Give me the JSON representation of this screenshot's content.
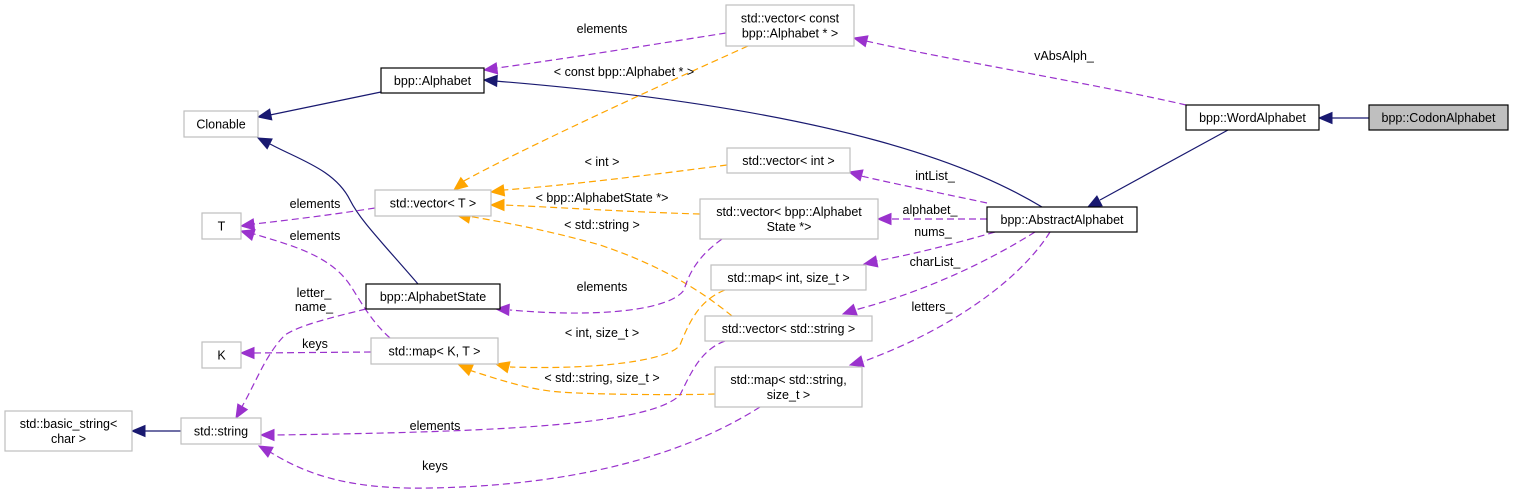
{
  "diagram": {
    "title": "bpp::CodonAlphabet collaboration graph",
    "colors": {
      "inheritance": "#191970",
      "usage": "#9a32cd",
      "template": "#ffa500",
      "focus_fill": "#bfbfbf",
      "documented_border": "#000000",
      "external_border": "#bfbfbf"
    },
    "nodes": [
      {
        "id": "codon",
        "lines": [
          "bpp::CodonAlphabet"
        ],
        "kind": "focus"
      },
      {
        "id": "word",
        "lines": [
          "bpp::WordAlphabet"
        ],
        "kind": "documented"
      },
      {
        "id": "abstract",
        "lines": [
          "bpp::AbstractAlphabet"
        ],
        "kind": "documented"
      },
      {
        "id": "alphabet",
        "lines": [
          "bpp::Alphabet"
        ],
        "kind": "documented"
      },
      {
        "id": "clonable",
        "lines": [
          "Clonable"
        ],
        "kind": "external"
      },
      {
        "id": "alphstate",
        "lines": [
          "bpp::AlphabetState"
        ],
        "kind": "documented"
      },
      {
        "id": "vecconstalph",
        "lines": [
          "std::vector< const",
          "bpp::Alphabet * >"
        ],
        "kind": "external"
      },
      {
        "id": "vecT",
        "lines": [
          "std::vector< T >"
        ],
        "kind": "external"
      },
      {
        "id": "T",
        "lines": [
          "T"
        ],
        "kind": "external"
      },
      {
        "id": "vecint",
        "lines": [
          "std::vector< int >"
        ],
        "kind": "external"
      },
      {
        "id": "vecalphstate",
        "lines": [
          "std::vector< bpp::Alphabet",
          "State *>"
        ],
        "kind": "external"
      },
      {
        "id": "mapintsize",
        "lines": [
          "std::map< int, size_t >"
        ],
        "kind": "external"
      },
      {
        "id": "vecstring",
        "lines": [
          "std::vector< std::string >"
        ],
        "kind": "external"
      },
      {
        "id": "mapKT",
        "lines": [
          "std::map< K, T >"
        ],
        "kind": "external"
      },
      {
        "id": "K",
        "lines": [
          "K"
        ],
        "kind": "external"
      },
      {
        "id": "mapstringsize",
        "lines": [
          "std::map< std::string,",
          "size_t >"
        ],
        "kind": "external"
      },
      {
        "id": "string",
        "lines": [
          "std::string"
        ],
        "kind": "external"
      },
      {
        "id": "basicstring",
        "lines": [
          "std::basic_string<",
          "char >"
        ],
        "kind": "external"
      }
    ],
    "edges": [
      {
        "id": "e-codon-word",
        "from": "codon",
        "to": "word",
        "kind": "inherit",
        "label": ""
      },
      {
        "id": "e-word-abstract",
        "from": "word",
        "to": "abstract",
        "kind": "inherit",
        "label": ""
      },
      {
        "id": "e-word-vecconst",
        "from": "word",
        "to": "vecconstalph",
        "kind": "usage",
        "label": "vAbsAlph_"
      },
      {
        "id": "e-abstract-alphabet",
        "from": "abstract",
        "to": "alphabet",
        "kind": "inherit",
        "label": ""
      },
      {
        "id": "e-alphabet-clonable",
        "from": "alphabet",
        "to": "clonable",
        "kind": "inherit",
        "label": ""
      },
      {
        "id": "e-alphstate-clonable",
        "from": "alphstate",
        "to": "clonable",
        "kind": "inherit",
        "label": ""
      },
      {
        "id": "e-vecconst-alphabet",
        "from": "vecconstalph",
        "to": "alphabet",
        "kind": "usage",
        "label": "elements"
      },
      {
        "id": "e-vecconst-vecT",
        "from": "vecconstalph",
        "to": "vecT",
        "kind": "template",
        "label": "< const bpp::Alphabet * >"
      },
      {
        "id": "e-vecint-vecT",
        "from": "vecint",
        "to": "vecT",
        "kind": "template",
        "label": "< int >"
      },
      {
        "id": "e-vecalph-vecT",
        "from": "vecalphstate",
        "to": "vecT",
        "kind": "template",
        "label": "< bpp::AlphabetState *>"
      },
      {
        "id": "e-vecstring-vecT",
        "from": "vecstring",
        "to": "vecT",
        "kind": "template",
        "label": "< std::string >"
      },
      {
        "id": "e-vecT-T",
        "from": "vecT",
        "to": "T",
        "kind": "usage",
        "label": "elements"
      },
      {
        "id": "e-mapKT-T",
        "from": "mapKT",
        "to": "T",
        "kind": "usage",
        "label": "elements"
      },
      {
        "id": "e-mapKT-K",
        "from": "mapKT",
        "to": "K",
        "kind": "usage",
        "label": "keys"
      },
      {
        "id": "e-abstract-vecint",
        "from": "abstract",
        "to": "vecint",
        "kind": "usage",
        "label": "intList_"
      },
      {
        "id": "e-abstract-vecalph",
        "from": "abstract",
        "to": "vecalphstate",
        "kind": "usage",
        "label": "alphabet_"
      },
      {
        "id": "e-abstract-mapint",
        "from": "abstract",
        "to": "mapintsize",
        "kind": "usage",
        "label": "nums_"
      },
      {
        "id": "e-abstract-vecstring",
        "from": "abstract",
        "to": "vecstring",
        "kind": "usage",
        "label": "charList_"
      },
      {
        "id": "e-abstract-mapstring",
        "from": "abstract",
        "to": "mapstringsize",
        "kind": "usage",
        "label": "letters_"
      },
      {
        "id": "e-vecalph-alphstate",
        "from": "vecalphstate",
        "to": "alphstate",
        "kind": "usage",
        "label": "elements"
      },
      {
        "id": "e-mapint-mapKT",
        "from": "mapintsize",
        "to": "mapKT",
        "kind": "template",
        "label": "< int, size_t >"
      },
      {
        "id": "e-mapstring-mapKT",
        "from": "mapstringsize",
        "to": "mapKT",
        "kind": "template",
        "label": "< std::string, size_t >"
      },
      {
        "id": "e-alphstate-string",
        "from": "alphstate",
        "to": "string",
        "kind": "usage",
        "label": "letter_\nname_"
      },
      {
        "id": "e-vecstring-string",
        "from": "vecstring",
        "to": "string",
        "kind": "usage",
        "label": "elements"
      },
      {
        "id": "e-mapstring-string",
        "from": "mapstringsize",
        "to": "string",
        "kind": "usage",
        "label": "keys"
      },
      {
        "id": "e-string-basic",
        "from": "string",
        "to": "basicstring",
        "kind": "inherit",
        "label": ""
      }
    ]
  }
}
